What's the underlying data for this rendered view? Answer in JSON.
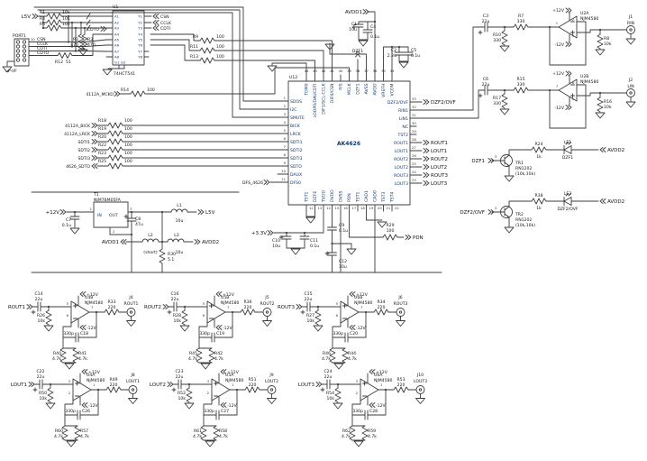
{
  "nets": {
    "l5v": "L5V",
    "avdd1": "AVDD1",
    "avdd2": "AVDD2",
    "p12": "+12V",
    "m12": "-12V",
    "p33": "+3.3V",
    "pdn": "PDN",
    "dzf1": "DZF1",
    "dzf2": "DZF2/OVF",
    "cdto": "CDTO"
  },
  "tl": {
    "r1": {
      "r": "R1",
      "v": "10k"
    },
    "r4": {
      "r": "R4",
      "v": "10k"
    },
    "r6": {
      "r": "R6",
      "v": "10k"
    },
    "port": {
      "ref": "PORT1",
      "sub": "uP-I/F",
      "n10": "10",
      "s": [
        "CSN",
        "CCLK",
        "CDTI",
        "CDTO"
      ]
    },
    "r12": {
      "r": "R12",
      "v": "51"
    },
    "r2": {
      "r": "R2",
      "v": "470"
    },
    "r3": {
      "r": "R3",
      "v": "470"
    },
    "u1": {
      "ref": "U1",
      "part": "74HCT541",
      "a": [
        "A1",
        "A2",
        "A3",
        "A4",
        "A5",
        "A6",
        "A7",
        "A8"
      ],
      "y": [
        "Y1",
        "Y2",
        "Y3",
        "Y4",
        "Y5",
        "Y6",
        "Y7",
        "Y8"
      ],
      "g1": "G1",
      "g2": "G2"
    },
    "outs": [
      "CSN",
      "CCLK",
      "CDTI"
    ],
    "r9": {
      "r": "R9",
      "v": "100"
    },
    "r11": {
      "r": "R11",
      "v": "100"
    },
    "r13": {
      "r": "R13",
      "v": "100"
    }
  },
  "sig": [
    {
      "n": "4112A_MCKO",
      "r": "R14",
      "v": "100"
    },
    {
      "n": "4112A_BICK",
      "r": "R18",
      "v": "100"
    },
    {
      "n": "4112A_LRCK",
      "r": "R19",
      "v": "100"
    },
    {
      "n": "SDTI1",
      "r": "R20",
      "v": "100"
    },
    {
      "n": "SDTI2",
      "r": "R22",
      "v": "100"
    },
    {
      "n": "SDTI3",
      "r": "R23",
      "v": "100"
    },
    {
      "n": "4626_SDTO",
      "r": "R25",
      "v": "100"
    }
  ],
  "sig_dfs": "DFS_4626",
  "chip": {
    "ref": "U12",
    "part": "AK4626",
    "l": [
      {
        "n": "1",
        "p": "SDOS"
      },
      {
        "n": "2",
        "p": "I2C"
      },
      {
        "n": "3",
        "p": "SMUTE"
      },
      {
        "n": "4",
        "p": "BICK"
      },
      {
        "n": "5",
        "p": "LRCK"
      },
      {
        "n": "6",
        "p": "SDTI1"
      },
      {
        "n": "7",
        "p": "SDTI2"
      },
      {
        "n": "8",
        "p": "SDTI3"
      },
      {
        "n": "9",
        "p": "SDTO"
      },
      {
        "n": "10",
        "p": "DAUX"
      },
      {
        "n": "11",
        "p": "DFS0"
      }
    ],
    "t": [
      {
        "n": "44",
        "p": "TDM0"
      },
      {
        "n": "43",
        "p": "LOOP0/DAUCDTI"
      },
      {
        "n": "42",
        "p": "DIF1/SCL-CCLK"
      },
      {
        "n": "41",
        "p": "DIF0/CSN"
      },
      {
        "n": "40",
        "p": "P/S"
      },
      {
        "n": "39",
        "p": "MCLK"
      },
      {
        "n": "38",
        "p": "DZF1"
      },
      {
        "n": "37",
        "p": "AVSS"
      },
      {
        "n": "36",
        "p": "AVDD"
      },
      {
        "n": "35",
        "p": "VREFH"
      },
      {
        "n": "34",
        "p": "VCOM"
      }
    ],
    "r": [
      {
        "n": "33",
        "p": "DZF2/OVF"
      },
      {
        "n": "32",
        "p": "RIN1"
      },
      {
        "n": "31",
        "p": "LIN1"
      },
      {
        "n": "30",
        "p": "NC"
      },
      {
        "n": "29",
        "p": "TST2"
      },
      {
        "n": "28",
        "p": "ROUT1"
      },
      {
        "n": "27",
        "p": "LOUT1"
      },
      {
        "n": "26",
        "p": "ROUT2"
      },
      {
        "n": "25",
        "p": "LOUT2"
      },
      {
        "n": "24",
        "p": "ROUT3"
      },
      {
        "n": "23",
        "p": "LOUT3"
      }
    ],
    "b": [
      {
        "n": "12",
        "p": "TST1"
      },
      {
        "n": "13",
        "p": "DZFE"
      },
      {
        "n": "14",
        "p": "TVDD"
      },
      {
        "n": "15",
        "p": "DVDD"
      },
      {
        "n": "16",
        "p": "DVSS"
      },
      {
        "n": "17",
        "p": "PDN"
      },
      {
        "n": "18",
        "p": "TST1"
      },
      {
        "n": "19",
        "p": "CAD1"
      },
      {
        "n": "20",
        "p": "CAD0"
      },
      {
        "n": "21",
        "p": "TST3"
      },
      {
        "n": "22",
        "p": "TST4"
      }
    ],
    "rnets": [
      "DZF2/OVF",
      "ROUT1",
      "LOUT1",
      "ROUT2",
      "LOUT2",
      "ROUT3",
      "LOUT3"
    ]
  },
  "dec": {
    "c1": {
      "r": "C1",
      "v": "10u"
    },
    "c2": {
      "r": "C2",
      "v": "2.2u"
    },
    "c4": {
      "r": "C4",
      "v": "0.1u"
    },
    "c5": {
      "r": "C5",
      "v": "0.1u"
    },
    "c9": {
      "r": "C9",
      "v": "0.1u"
    },
    "c10": {
      "r": "C10",
      "v": "10u"
    },
    "c11": {
      "r": "C11",
      "v": "0.1u"
    },
    "c12": {
      "r": "C12",
      "v": "10u"
    },
    "r29": {
      "r": "R29",
      "v": "100"
    }
  },
  "pwr": {
    "c7": {
      "r": "C7",
      "v": "0.1u"
    },
    "t1": {
      "ref": "T1",
      "part": "NJM78M05FA",
      "i": "IN",
      "o": "OUT",
      "n1": "1",
      "n2": "2",
      "n3": "3"
    },
    "c8": {
      "r": "C8",
      "v": "47u"
    },
    "l1": {
      "r": "L1",
      "v": "10u"
    },
    "l2": {
      "r": "L2",
      "v": "(short)"
    },
    "l3": {
      "r": "L3",
      "v": "10u"
    },
    "r30": {
      "r": "R30",
      "v": "5.1"
    }
  },
  "buf": [
    {
      "u": "U2A",
      "part": "NJM4580",
      "cin": {
        "r": "C3",
        "v": "22u"
      },
      "rs": {
        "r": "R7",
        "v": "330"
      },
      "rg": {
        "r": "R10",
        "v": "330"
      },
      "rl": {
        "r": "R8",
        "v": "10k"
      },
      "j": "J1",
      "jl": "RIN",
      "po": "1",
      "pm": "2",
      "pp": "3"
    },
    {
      "u": "U2B",
      "part": "NJM4580",
      "cin": {
        "r": "C6",
        "v": "22u"
      },
      "rs": {
        "r": "R15",
        "v": "330"
      },
      "rg": {
        "r": "R17",
        "v": "330"
      },
      "rl": {
        "r": "R16",
        "v": "10k"
      },
      "j": "J2",
      "jl": "LIN",
      "po": "7",
      "pm": "6",
      "pp": "5"
    }
  ],
  "led": [
    {
      "net": "DZF1",
      "pb": "3",
      "tr": "TR1",
      "part": "RN1202",
      "note": "(10k,10k)",
      "r": {
        "r": "R24",
        "v": "1k"
      },
      "le": "LE1",
      "ll": "DZF1"
    },
    {
      "net": "DZF2/OVF",
      "pb": "3",
      "tr": "TR2",
      "part": "RN1202",
      "note": "(10k,10k)",
      "r": {
        "r": "R38",
        "v": "1k"
      },
      "le": "LE2",
      "ll": "DZF2/OVF"
    }
  ],
  "st": [
    {
      "net": "ROUT1",
      "cin": {
        "r": "C14",
        "v": "22u"
      },
      "rg": {
        "r": "R26",
        "v": "10k"
      },
      "u": "U4B",
      "part": "NJM4580",
      "pi": "5",
      "pm": "6",
      "po": "7",
      "cf": {
        "v": "330p",
        "r": "C18"
      },
      "rfl": {
        "r": "R40",
        "v": "4.7k"
      },
      "rfr": {
        "r": "R41",
        "v": "4.7k"
      },
      "ro": {
        "r": "R33",
        "v": "220"
      },
      "j": "J4",
      "jl": "ROUT1"
    },
    {
      "net": "ROUT2",
      "cin": {
        "r": "C16",
        "v": "22u"
      },
      "rg": {
        "r": "R28",
        "v": "10k"
      },
      "u": "U5B",
      "part": "NJM4580",
      "pi": "5",
      "pm": "6",
      "po": "7",
      "cf": {
        "v": "330p",
        "r": "C19"
      },
      "rfl": {
        "r": "R45",
        "v": "4.7k"
      },
      "rfr": {
        "r": "R42",
        "v": "4.7k"
      },
      "ro": {
        "r": "R36",
        "v": "220"
      },
      "j": "J5",
      "jl": "ROUT2"
    },
    {
      "net": "ROUT3",
      "cin": {
        "r": "C15",
        "v": "22u"
      },
      "rg": {
        "r": "R27",
        "v": "10k"
      },
      "u": "U6B",
      "part": "NJM4580",
      "pi": "5",
      "pm": "6",
      "po": "7",
      "cf": {
        "v": "330p",
        "r": "C20"
      },
      "rfl": {
        "r": "R46",
        "v": "4.7k"
      },
      "rfr": {
        "r": "R44",
        "v": "4.7k"
      },
      "ro": {
        "r": "R34",
        "v": "220"
      },
      "j": "J6",
      "jl": "ROUT3"
    },
    {
      "net": "LOUT1",
      "cin": {
        "r": "C22",
        "v": "22u"
      },
      "rg": {
        "r": "R50",
        "v": "10k"
      },
      "u": "U4A",
      "part": "NJM4580",
      "pi": "3",
      "pm": "2",
      "po": "1",
      "cf": {
        "v": "330p",
        "r": "C26"
      },
      "rfl": {
        "r": "R60",
        "v": "4.7k"
      },
      "rfr": {
        "r": "R57",
        "v": "4.7k"
      },
      "ro": {
        "r": "R49",
        "v": "220"
      },
      "j": "J8",
      "jl": "LOUT1"
    },
    {
      "net": "LOUT2",
      "cin": {
        "r": "C23",
        "v": "22u"
      },
      "rg": {
        "r": "R52",
        "v": "10k"
      },
      "u": "U5A",
      "part": "NJM4580",
      "pi": "3",
      "pm": "2",
      "po": "1",
      "cf": {
        "v": "330p",
        "r": "C27"
      },
      "rfl": {
        "r": "R61",
        "v": "4.7k"
      },
      "rfr": {
        "r": "R58",
        "v": "4.7k"
      },
      "ro": {
        "r": "R51",
        "v": "220"
      },
      "j": "J9",
      "jl": "LOUT2"
    },
    {
      "net": "LOUT3",
      "cin": {
        "r": "C24",
        "v": "22u"
      },
      "rg": {
        "r": "R54",
        "v": "10k"
      },
      "u": "U6A",
      "part": "NJM4580",
      "pi": "3",
      "pm": "2",
      "po": "1",
      "cf": {
        "v": "330p",
        "r": "C28"
      },
      "rfl": {
        "r": "R62",
        "v": "4.7k"
      },
      "rfr": {
        "r": "R59",
        "v": "4.7k"
      },
      "ro": {
        "r": "R53",
        "v": "220"
      },
      "j": "J10",
      "jl": "LOUT3"
    }
  ]
}
